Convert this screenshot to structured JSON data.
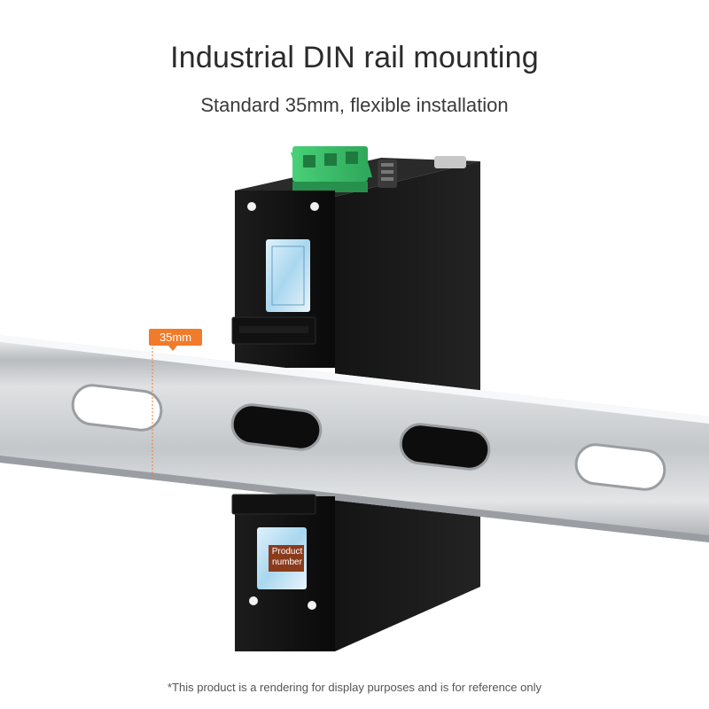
{
  "header": {
    "title": "Industrial DIN rail mounting",
    "subtitle": "Standard 35mm, flexible installation"
  },
  "dimension": {
    "label": "35mm",
    "accent_color": "#f07b2a"
  },
  "product_label": {
    "text": "Product number"
  },
  "footer": {
    "disclaimer": "*This product is a rendering for display purposes and is for reference only"
  },
  "colors": {
    "device_body": "#101010",
    "terminal_block": "#3cc46a",
    "rail": "#c9cccf"
  }
}
